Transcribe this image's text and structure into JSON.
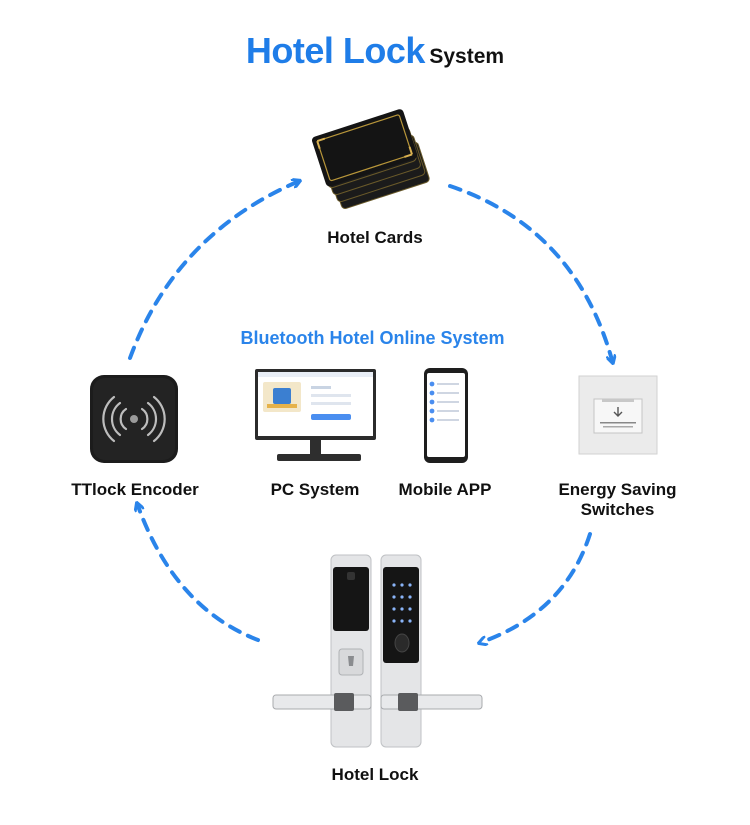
{
  "title": {
    "main": "Hotel Lock",
    "sub": "System"
  },
  "center": {
    "title": "Bluetooth Hotel Online System"
  },
  "nodes": {
    "cards": {
      "label": "Hotel Cards",
      "icon": "hotel-cards-image"
    },
    "encoder": {
      "label": "TTlock Encoder",
      "icon": "encoder-image"
    },
    "pc": {
      "label": "PC System",
      "icon": "monitor-image"
    },
    "mobile": {
      "label": "Mobile APP",
      "icon": "phone-image"
    },
    "switch": {
      "label_line1": "Energy Saving",
      "label_line2": "Switches",
      "icon": "energy-switch-image"
    },
    "lock": {
      "label": "Hotel Lock",
      "icon": "door-lock-image"
    }
  },
  "colors": {
    "accent": "#1f7de8",
    "arrow": "#2a84ea"
  }
}
